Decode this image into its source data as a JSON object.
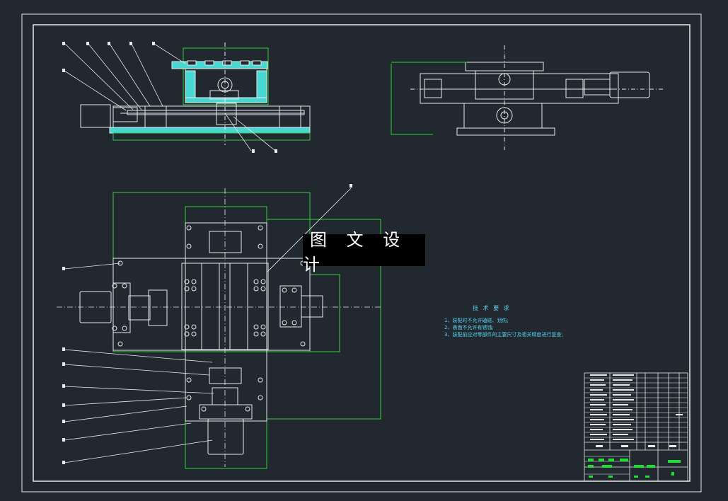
{
  "watermark": "图 文 设 计",
  "technical_notes": {
    "title": "技 术 要 求",
    "items": [
      "1、装配时不允许磕碰、划伤;",
      "2、表面不允许有锈蚀;",
      "3、装配前应对零部件的主要尺寸及相关精度进行复查;"
    ]
  },
  "colors": {
    "background": "#212830",
    "line_white": "#e9e9e9",
    "line_green": "#33d13a",
    "line_cyan": "#47d8d4",
    "accent_green": "#22dd33",
    "text_cyan": "#59d1ee"
  }
}
